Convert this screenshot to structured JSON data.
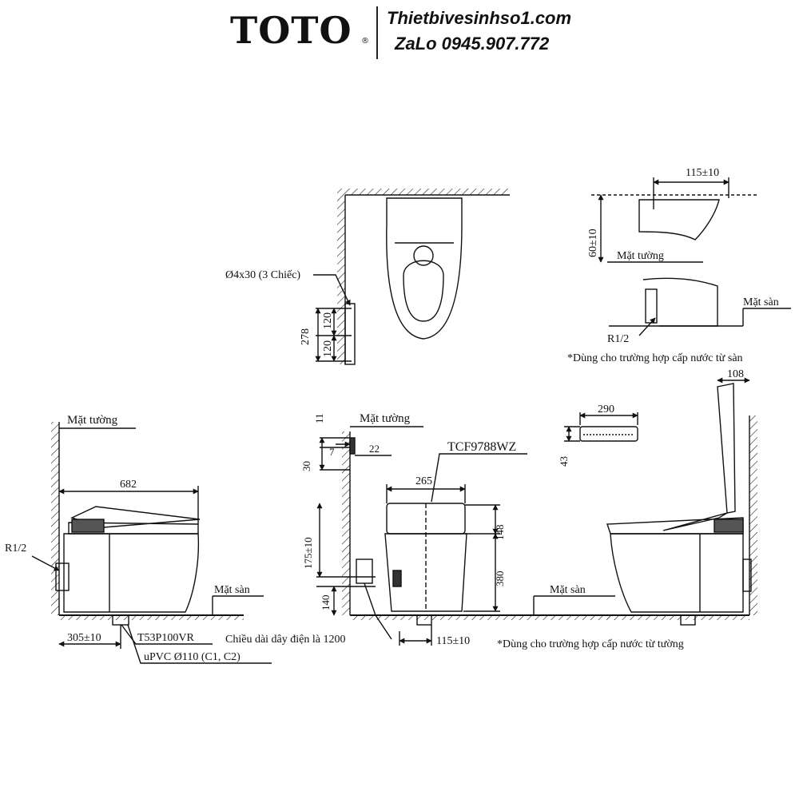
{
  "brand": {
    "logo": "TOTO",
    "registered_mark": "®",
    "website": "Thietbivesinhso1.com",
    "contact": "ZaLo 0945.907.772"
  },
  "top_view": {
    "screw_spec": "Ø4x30 (3 Chiếc)",
    "dim_total": "278",
    "dim_upper": "120",
    "dim_lower": "120"
  },
  "detail_top_right": {
    "dim_offset": "115±10",
    "dim_height": "60±10",
    "wall_label": "Mặt tường",
    "floor_label": "Mặt sàn",
    "pipe_label": "R1/2",
    "note": "*Dùng cho trường hợp cấp nước từ sàn"
  },
  "side_view_left": {
    "wall_label": "Mặt tường",
    "dim_length": "682",
    "pipe_label": "R1/2",
    "floor_label": "Mặt sàn",
    "dim_rough_in": "305±10",
    "model_flange": "T53P100VR",
    "drain_pipe": "uPVC Ø110 (C1, C2)"
  },
  "front_view": {
    "wall_label": "Mặt tường",
    "dim_11": "11",
    "dim_30": "30",
    "dim_7": "7",
    "dim_22": "22",
    "model": "TCF9788WZ",
    "dim_width": "265",
    "dim_148": "148",
    "dim_380": "380",
    "dim_175": "175±10",
    "dim_140": "140",
    "floor_label": "Mặt sàn",
    "cable_length": "Chiều dài dây điện là 1200",
    "dim_115": "115±10"
  },
  "remote": {
    "dim_width": "290",
    "dim_height": "43"
  },
  "side_view_right": {
    "dim_108": "108",
    "note": "*Dùng cho trường hợp cấp nước từ tường"
  }
}
